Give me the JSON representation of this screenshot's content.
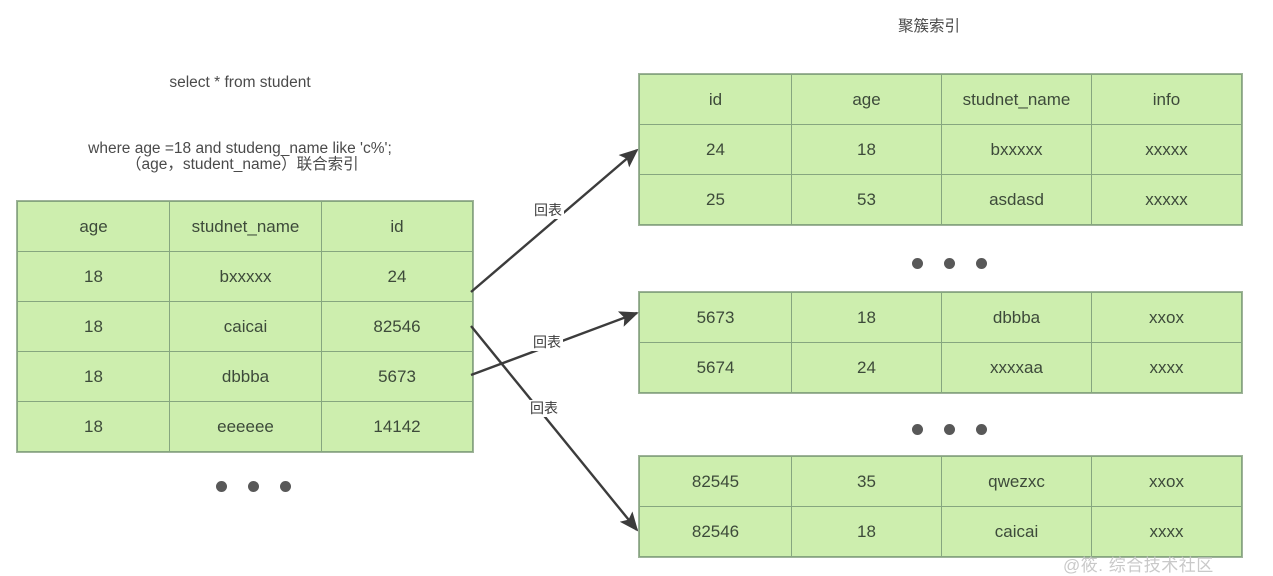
{
  "sql": {
    "line1": "select * from student",
    "line2": "where age =18 and studeng_name like 'c%';"
  },
  "captions": {
    "secondary_index": "（age，student_name）联合索引",
    "clustered_index": "聚簇索引"
  },
  "secondary_index_table": {
    "name": "secondary-index-table",
    "headers": [
      "age",
      "studnet_name",
      "id"
    ],
    "rows": [
      [
        "18",
        "bxxxxx",
        "24"
      ],
      [
        "18",
        "caicai",
        "82546"
      ],
      [
        "18",
        "dbbba",
        "5673"
      ],
      [
        "18",
        "eeeeee",
        "14142"
      ]
    ],
    "ellipsis": "•••"
  },
  "clustered_pages": [
    {
      "name": "clustered-page-1",
      "headers": [
        "id",
        "age",
        "studnet_name",
        "info"
      ],
      "rows": [
        [
          "24",
          "18",
          "bxxxxx",
          "xxxxx"
        ],
        [
          "25",
          "53",
          "asdasd",
          "xxxxx"
        ]
      ]
    },
    {
      "name": "clustered-page-2",
      "headers": [],
      "rows": [
        [
          "5673",
          "18",
          "dbbba",
          "xxox"
        ],
        [
          "5674",
          "24",
          "xxxxaa",
          "xxxx"
        ]
      ]
    },
    {
      "name": "clustered-page-3",
      "headers": [],
      "rows": [
        [
          "82545",
          "35",
          "qwezxc",
          "xxox"
        ],
        [
          "82546",
          "18",
          "caicai",
          "xxxx"
        ]
      ]
    }
  ],
  "arrows": [
    {
      "name": "arrow-lookup-1",
      "label": "回表"
    },
    {
      "name": "arrow-lookup-2",
      "label": "回表"
    },
    {
      "name": "arrow-lookup-3",
      "label": "回表"
    }
  ],
  "watermark": "@筱. 综合技术社区",
  "colors": {
    "cell_fill": "#cdeeae",
    "cell_border": "#86a67f",
    "text": "#3d4a3a",
    "arrow": "#3c3c3c",
    "background": "#ffffff"
  }
}
